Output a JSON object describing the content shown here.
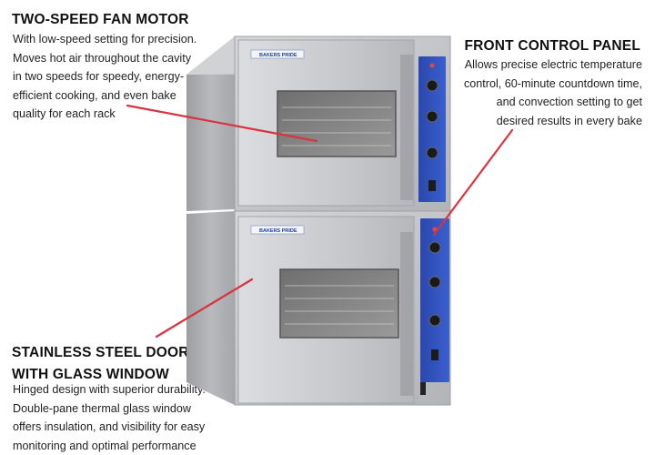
{
  "callouts": {
    "fan_motor": {
      "title": "TWO-SPEED FAN MOTOR",
      "lines": [
        "With low-speed setting for precision.",
        "Moves hot air throughout the cavity",
        "in two speeds for speedy, energy-",
        "efficient cooking, and even bake",
        "quality for each rack"
      ]
    },
    "control_panel": {
      "title": "FRONT CONTROL PANEL",
      "lines": [
        "Allows precise electric temperature",
        "control, 60-minute countdown time,",
        "and convection setting to get",
        "desired results in every bake"
      ]
    },
    "door": {
      "title_lines": [
        "STAINLESS STEEL DOOR",
        "WITH GLASS WINDOW"
      ],
      "lines": [
        "Hinged design with superior durability.",
        "Double-pane thermal glass window",
        "offers insulation, and visibility for easy",
        "monitoring and optimal performance"
      ]
    }
  },
  "product": {
    "brand_badge": "BAKERS PRIDE"
  },
  "colors": {
    "leader_line": "#d9333f",
    "panel_blue": "#2d4fb8",
    "steel": "#c9cacc"
  }
}
